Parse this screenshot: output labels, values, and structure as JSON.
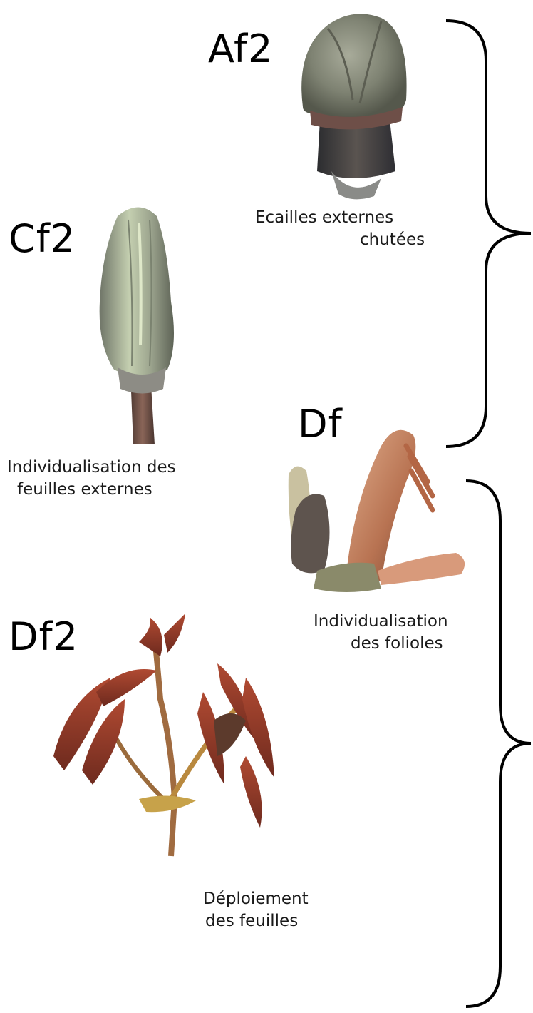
{
  "stages": [
    {
      "code": "Af2",
      "caption_lines": [
        "Ecailles externes",
        "chutées"
      ]
    },
    {
      "code": "Cf2",
      "caption_lines": [
        "Individualisation des",
        "feuilles externes"
      ]
    },
    {
      "code": "Df",
      "caption_lines": [
        "Individualisation",
        "des folioles"
      ]
    },
    {
      "code": "Df2",
      "caption_lines": [
        "Déploiement",
        "des feuilles"
      ]
    }
  ],
  "colors": {
    "bud_grey": "#8c9182",
    "bud_green": "#c9d6b4",
    "stem_brown": "#6b4a3e",
    "shoot_orange": "#c8825e",
    "leaf_red": "#9a3d2a",
    "brace": "#000000"
  }
}
